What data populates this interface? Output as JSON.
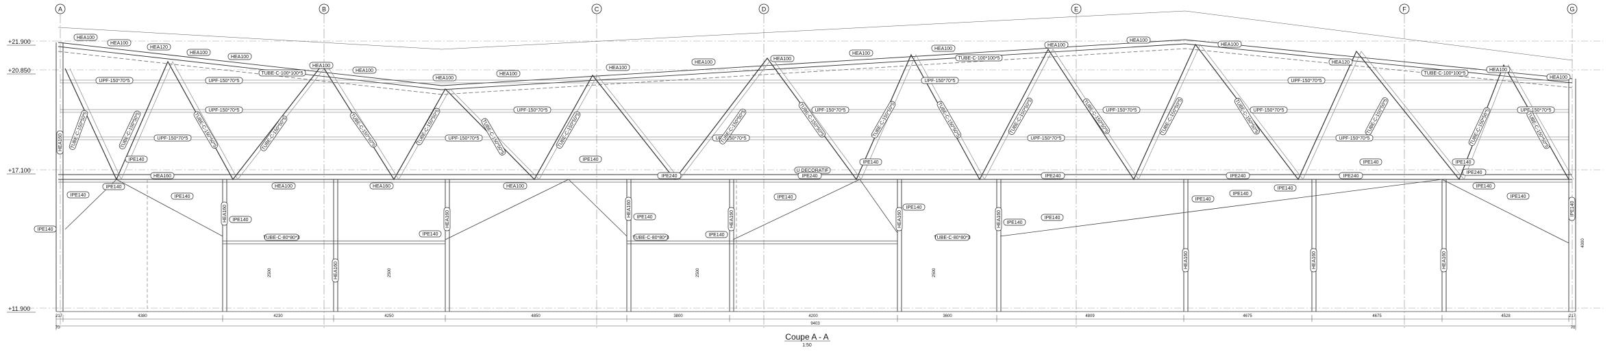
{
  "title": "Coupe  A - A",
  "scale": "1:50",
  "grid_labels": [
    "A",
    "B",
    "C",
    "D",
    "E",
    "F",
    "G"
  ],
  "levels": [
    "+21.900",
    "+20.850",
    "+17.100",
    "+11.900"
  ],
  "total_length": "9403",
  "bay_dimensions": [
    "217",
    "4380",
    "4230",
    "4250",
    "4850",
    "3800",
    "4200",
    "3600",
    "4809",
    "4675",
    "4675",
    "4528",
    "217"
  ],
  "edge_dimensions": {
    "left": "70",
    "right": "70",
    "right_height": "4000"
  },
  "post_heights": [
    "2500",
    "2500",
    "2500",
    "2500"
  ],
  "labels": {
    "hea100": "HEA100",
    "hea120": "HEA120",
    "hea160": "HEA160",
    "ipe140": "IPE140",
    "ipe240": "IPE240",
    "upf": "UPF-150*70*5",
    "tube_chord": "TUBE-C-100*100*5",
    "tube_diag": "TUBE-C-150*50*5",
    "tube_sm": "TUBE-C-80*80*3",
    "u_deco": "U DECORATIF"
  }
}
